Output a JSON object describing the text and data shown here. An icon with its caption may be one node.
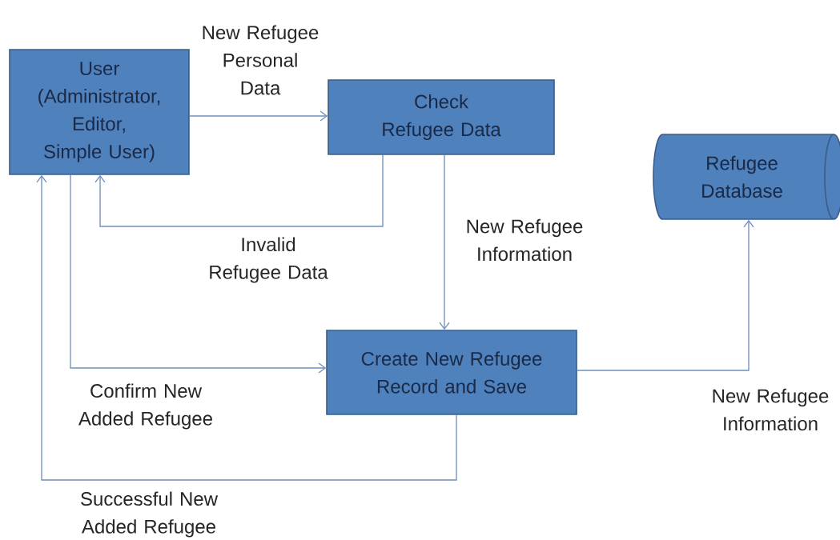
{
  "diagram": {
    "nodes": [
      {
        "text": [
          "User (Administrator, Editor, Simple User)"
        ]
      },
      {
        "text": [
          "Check Refugee Data"
        ]
      },
      {
        "text": [
          "Create New Refugee Record and Save"
        ]
      },
      {
        "text": [
          "Refugee Database"
        ]
      }
    ],
    "edges": [
      {
        "from": 0,
        "to": 1,
        "arrow": "to",
        "label": "New Refugee Personal Data"
      },
      {
        "from": 1,
        "to": 0,
        "arrow": "to",
        "label": "Invalid Refugee Data"
      },
      {
        "from": 1,
        "to": 2,
        "arrow": "to",
        "label": "New Refugee Information"
      },
      {
        "from": 0,
        "to": 2,
        "arrow": "to",
        "label": "Confirm New Added Refugee"
      },
      {
        "from": 2,
        "to": 0,
        "arrow": "to",
        "label": "Successful New Added Refugee"
      },
      {
        "from": 2,
        "to": 3,
        "arrow": "to",
        "label": "New Refugee Information"
      }
    ]
  }
}
